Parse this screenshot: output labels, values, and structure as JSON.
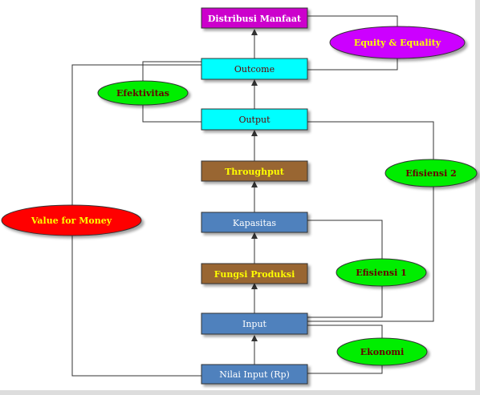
{
  "nodes": {
    "distribusi_manfaat": "Distribusi Manfaat",
    "outcome": "Outcome",
    "output": "Output",
    "throughput": "Throughput",
    "kapasitas": "Kapasitas",
    "fungsi_produksi": "Fungsi Produksi",
    "input": "Input",
    "nilai_input": "Nilai Input (Rp)"
  },
  "ovals": {
    "equity_equality": "Equity & Equality",
    "efektivitas": "Efektivitas",
    "efisiensi_2": "Efisiensi 2",
    "value_for_money": "Value for Money",
    "efisiensi_1": "Efisiensi 1",
    "ekonomi": "Ekonomi"
  },
  "colors": {
    "magenta_box": "#cc00cc",
    "cyan_box": "#00ffff",
    "brown_box": "#996633",
    "blue_box": "#4f81bd",
    "violet_oval": "#cc00ff",
    "green_oval": "#00ee00",
    "red_oval": "#ff0000",
    "label_dark": "#660000",
    "label_yellow": "#ffff00",
    "line": "#333333"
  }
}
